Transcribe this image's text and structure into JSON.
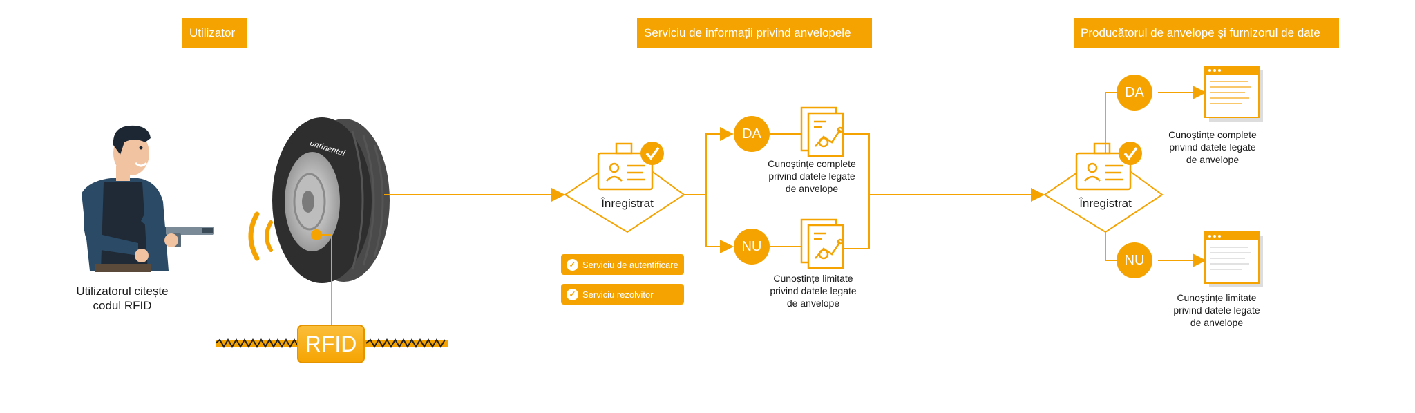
{
  "headers": {
    "user": "Utilizator",
    "service": "Serviciu de informații privind anvelopele",
    "manufacturer": "Producătorul de anvelope și furnizorul de date"
  },
  "user_caption": [
    "Utilizatorul citește",
    "codul RFID"
  ],
  "rfid_label": "RFID",
  "registered_label": "Înregistrat",
  "yes_label": "DA",
  "no_label": "NU",
  "complete_caption": [
    "Cunoștințe complete",
    "privind datele legate",
    "de anvelope"
  ],
  "limited_caption": [
    "Cunoștințe limitate",
    "privind datele legate",
    "de anvelope"
  ],
  "service_pills": [
    "Serviciu de autentificare",
    "Serviciu rezolvitor"
  ],
  "colors": {
    "accent": "#f5a300",
    "text": "#1a1a1a"
  }
}
